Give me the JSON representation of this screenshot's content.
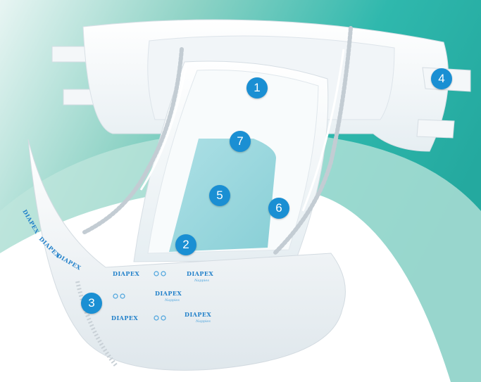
{
  "colors": {
    "background_teal": "#2fb8ad",
    "background_mint": "#bfe6dc",
    "marker_blue": "#1a8fd3",
    "absorbent_core": "#8fd3d9"
  },
  "print": {
    "brand": "DIAPEX",
    "tagline": "Nappies"
  },
  "markers": [
    {
      "label": "1"
    },
    {
      "label": "2"
    },
    {
      "label": "3"
    },
    {
      "label": "4"
    },
    {
      "label": "5"
    },
    {
      "label": "6"
    },
    {
      "label": "7"
    }
  ]
}
